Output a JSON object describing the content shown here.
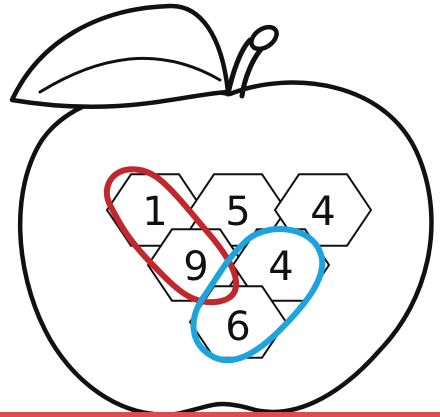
{
  "colors": {
    "outline": "#111111",
    "fill": "#ffffff",
    "red_group": "#c1272d",
    "blue_group": "#1ea4dc",
    "bottom_bar": "#e04a4f"
  },
  "cells": [
    {
      "id": "r1c1",
      "value": "1"
    },
    {
      "id": "r1c2",
      "value": "5"
    },
    {
      "id": "r1c3",
      "value": "4"
    },
    {
      "id": "r2c1",
      "value": "9"
    },
    {
      "id": "r2c2",
      "value": "4"
    },
    {
      "id": "r3c1",
      "value": "6"
    }
  ],
  "highlights": [
    {
      "name": "red",
      "cells": [
        "1",
        "9"
      ]
    },
    {
      "name": "blue",
      "cells": [
        "4",
        "6"
      ]
    }
  ],
  "icons": {
    "illustration": "apple-icon",
    "leaf": "leaf-icon",
    "stem": "stem-icon"
  }
}
